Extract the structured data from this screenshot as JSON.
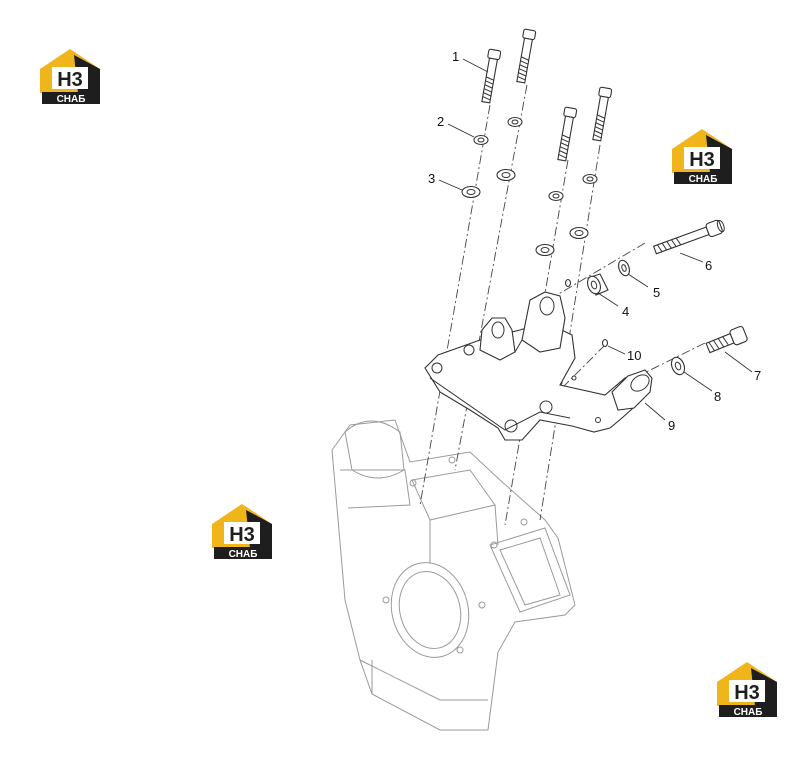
{
  "logo": {
    "top_text": "H3",
    "bottom_text": "СНАБ",
    "colors": {
      "roof": "#f0b51b",
      "dark": "#1e1e1e",
      "white": "#ffffff"
    }
  },
  "callouts": [
    {
      "id": "1",
      "label": "1"
    },
    {
      "id": "2",
      "label": "2"
    },
    {
      "id": "3",
      "label": "3"
    },
    {
      "id": "4",
      "label": "4"
    },
    {
      "id": "5",
      "label": "5"
    },
    {
      "id": "6",
      "label": "6"
    },
    {
      "id": "7",
      "label": "7"
    },
    {
      "id": "8",
      "label": "8"
    },
    {
      "id": "9",
      "label": "9"
    },
    {
      "id": "10",
      "label": "10"
    }
  ]
}
